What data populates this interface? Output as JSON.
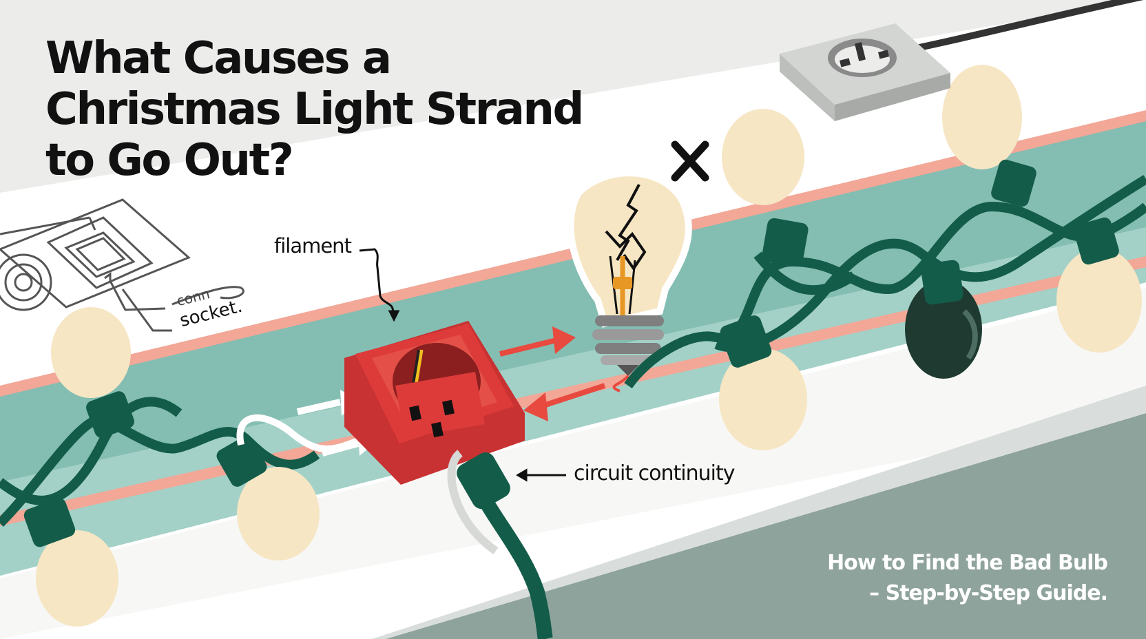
{
  "headline": {
    "lines": [
      "What Causes a",
      "Christmas Light Strand",
      "to Go Out?"
    ]
  },
  "labels": {
    "filament": "filament",
    "connector": "conn",
    "socket": "socket.",
    "circuit": "circuit continuity"
  },
  "subtitle": {
    "lines": [
      "How to Find the Bad Bulb",
      "– Step-by-Step Guide."
    ]
  },
  "colors": {
    "background": "#ececea",
    "teal_band": "#84bdb2",
    "pink_stripe": "#f2a797",
    "wire_green": "#135c49",
    "bulb_cream": "#f6e6c4",
    "socket_red": "#dd3b3a",
    "arrow_red": "#e84a3f"
  },
  "icons": [
    "broken-bulb-icon",
    "x-mark-icon",
    "wall-outlet-icon",
    "socket-block-icon",
    "circuit-diagram-icon"
  ]
}
